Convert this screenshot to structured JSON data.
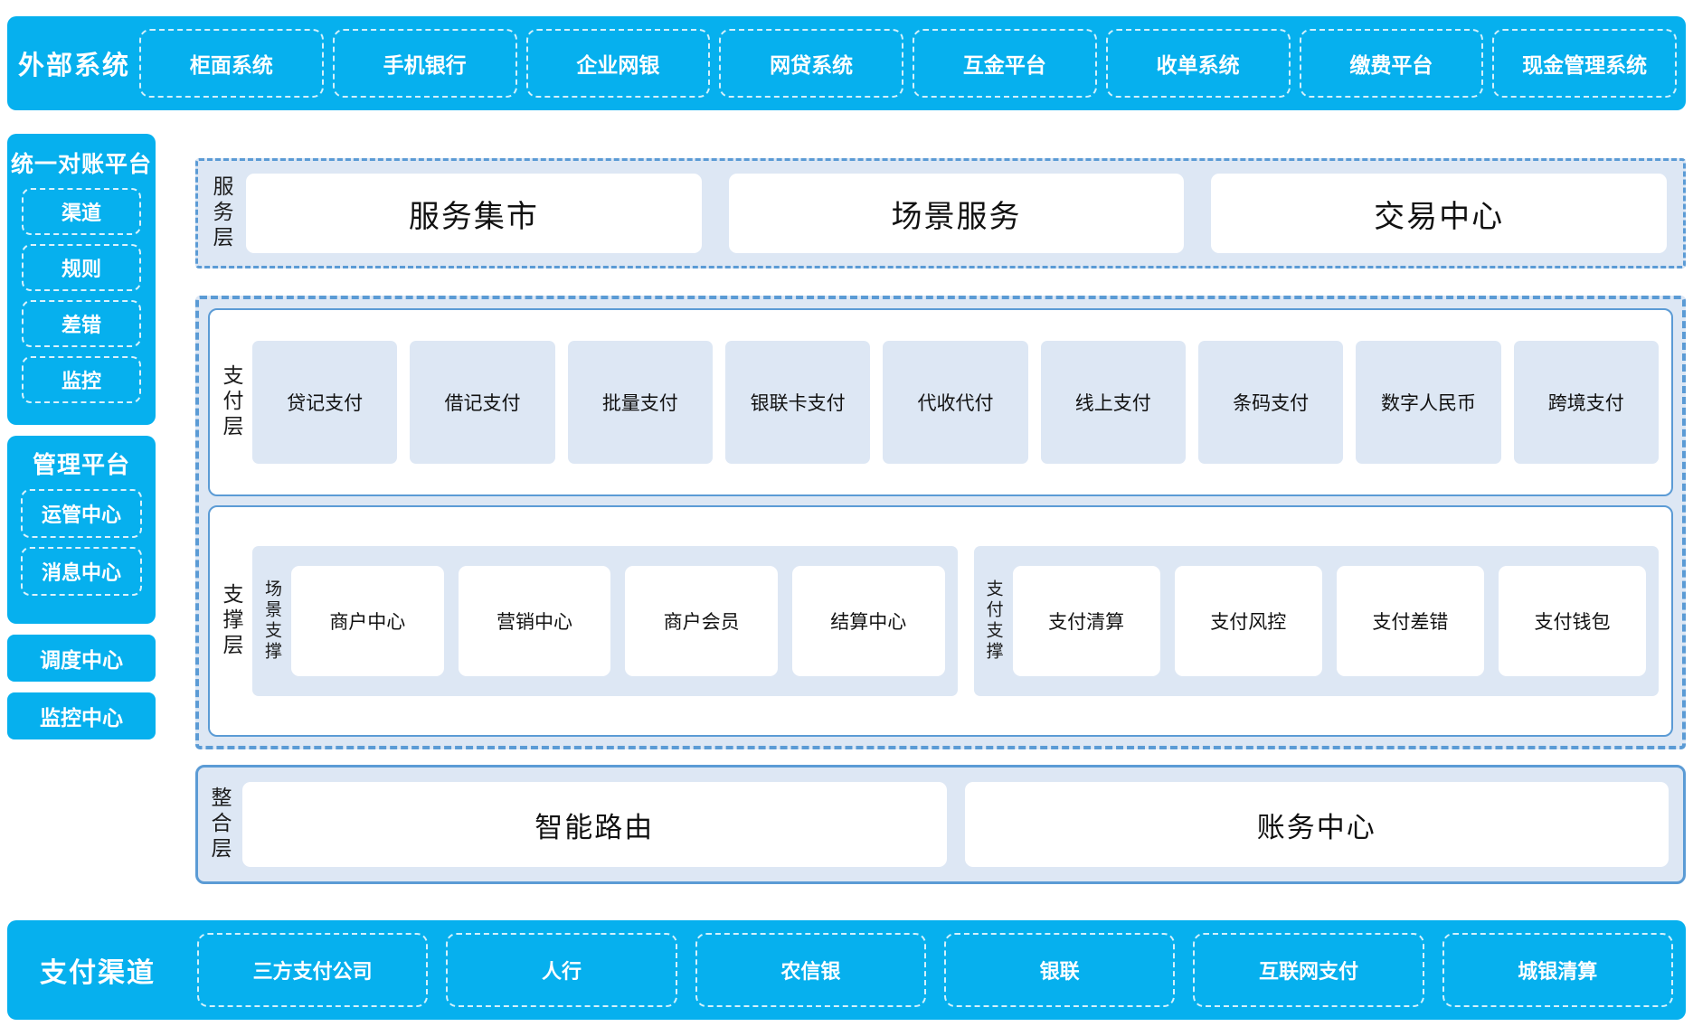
{
  "external": {
    "title": "外部系统",
    "items": [
      "柜面系统",
      "手机银行",
      "企业网银",
      "网贷系统",
      "互金平台",
      "收单系统",
      "缴费平台",
      "现金管理系统"
    ]
  },
  "sidebar": {
    "reconciliation": {
      "title": "统一对账平台",
      "items": [
        "渠道",
        "规则",
        "差错",
        "监控"
      ]
    },
    "management": {
      "title": "管理平台",
      "items": [
        "运管中心",
        "消息中心"
      ]
    },
    "scheduling_center": "调度中心",
    "monitoring_center": "监控中心"
  },
  "service_layer": {
    "label": "服务层",
    "cards": [
      "服务集市",
      "场景服务",
      "交易中心"
    ]
  },
  "payment_layer": {
    "label": "支付层",
    "items": [
      "贷记支付",
      "借记支付",
      "批量支付",
      "银联卡支付",
      "代收代付",
      "线上支付",
      "条码支付",
      "数字人民币",
      "跨境支付"
    ]
  },
  "support_layer": {
    "label": "支撑层",
    "groups": [
      {
        "label": "场景支撑",
        "items": [
          "商户中心",
          "营销中心",
          "商户会员",
          "结算中心"
        ]
      },
      {
        "label": "支付支撑",
        "items": [
          "支付清算",
          "支付风控",
          "支付差错",
          "支付钱包"
        ]
      }
    ]
  },
  "integration_layer": {
    "label": "整合层",
    "cards": [
      "智能路由",
      "账务中心"
    ]
  },
  "payment_channels": {
    "title": "支付渠道",
    "items": [
      "三方支付公司",
      "人行",
      "农信银",
      "银联",
      "互联网支付",
      "城银清算"
    ]
  },
  "colors": {
    "brand_cyan": "#06b0ee",
    "panel_fill": "#dde7f4",
    "panel_border": "#5b9bd5",
    "card_white": "#ffffff"
  }
}
